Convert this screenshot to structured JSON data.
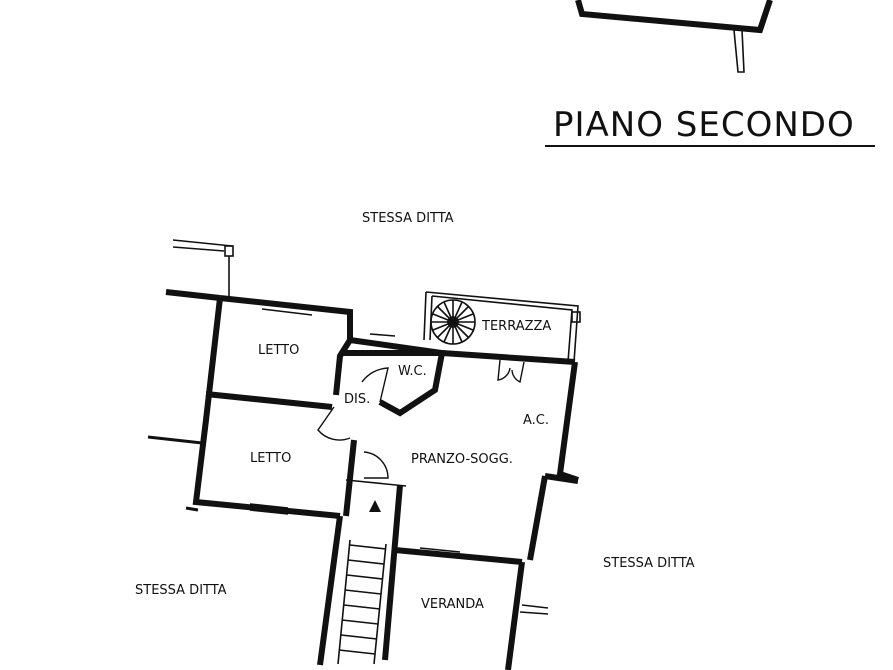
{
  "floor_title": "PIANO SECONDO",
  "rooms": {
    "letto_top": "LETTO",
    "letto_bottom": "LETTO",
    "dis": "DIS.",
    "wc": "W.C.",
    "terrazza": "TERRAZZA",
    "ac": "A.C.",
    "pranzo_sogg": "PRANZO-SOGG.",
    "veranda": "VERANDA"
  },
  "neighbors": {
    "top": "STESSA DITTA",
    "right": "STESSA DITTA",
    "left": "STESSA DITTA"
  }
}
